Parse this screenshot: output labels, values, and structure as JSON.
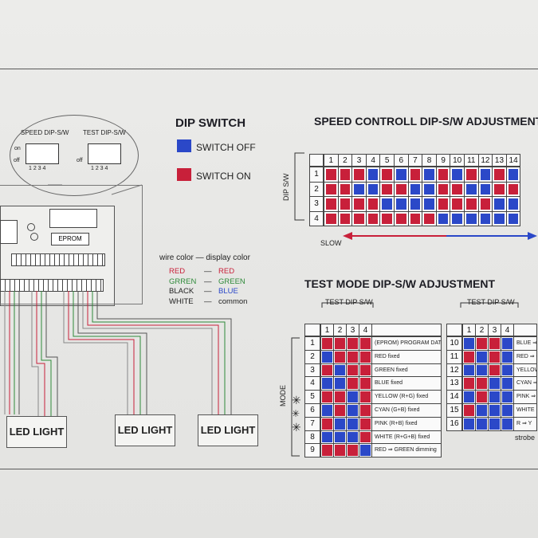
{
  "legend": {
    "title": "DIP SWITCH",
    "off_label": "SWITCH OFF",
    "on_label": "SWITCH ON",
    "colors": {
      "off": "#2b48c8",
      "on": "#c8203a"
    }
  },
  "dip_zoom": {
    "speed_label": "SPEED DIP-S/W",
    "test_label": "TEST DIP-S/W",
    "on": "on",
    "off": "off",
    "numbers": "1 2 3 4"
  },
  "board": {
    "eprom_label": "EPROM"
  },
  "wire_colors": {
    "header": "wire color — display color",
    "rows": [
      {
        "wire": "RED",
        "display": "RED",
        "color": "#c8203a"
      },
      {
        "wire": "GRREN",
        "display": "GREEN",
        "color": "#2f8a3a"
      },
      {
        "wire": "BLACK",
        "display": "BLUE",
        "color": "#222222"
      },
      {
        "wire": "WHITE",
        "display": "common",
        "color": "#222222"
      }
    ],
    "dash": "—"
  },
  "led_lights": [
    "LED LIGHT",
    "LED LIGHT",
    "LED LIGHT"
  ],
  "speed": {
    "title": "SPEED CONTROLL DIP-S/W ADJUSTMENT",
    "axis_label": "DIP S/W",
    "slow_label": "SLOW",
    "columns": [
      "1",
      "2",
      "3",
      "4",
      "5",
      "6",
      "7",
      "8",
      "9",
      "10",
      "11",
      "12",
      "13",
      "14"
    ],
    "rows": [
      "1",
      "2",
      "3",
      "4"
    ],
    "grid": [
      "RRRBRBRBRBRBRB",
      "RRBBRRBBRRBBRR",
      "RRRRBBBBRRRRBB",
      "RRRRRRRRBBBBBB"
    ]
  },
  "test_mode": {
    "title": "TEST MODE DIP-S/W ADJUSTMENT",
    "left": {
      "header": "TEST DIP S/W",
      "columns": [
        "1",
        "2",
        "3",
        "4"
      ],
      "rows": [
        {
          "n": "1",
          "pattern": "RRRR",
          "desc": "(EPROM) PROGRAM DATA"
        },
        {
          "n": "2",
          "pattern": "BRRR",
          "desc": "RED fixed"
        },
        {
          "n": "3",
          "pattern": "RBRR",
          "desc": "GREEN fixed"
        },
        {
          "n": "4",
          "pattern": "BBRR",
          "desc": "BLUE fixed"
        },
        {
          "n": "5",
          "pattern": "RRBR",
          "desc": "YELLOW (R+G) fixed"
        },
        {
          "n": "6",
          "pattern": "BRBR",
          "desc": "CYAN (G+B) fixed"
        },
        {
          "n": "7",
          "pattern": "RBBR",
          "desc": "PINK (R+B) fixed"
        },
        {
          "n": "8",
          "pattern": "BBBR",
          "desc": "WHITE (R+G+B) fixed"
        },
        {
          "n": "9",
          "pattern": "RRRB",
          "desc": "RED ⇒ GREEN dimming"
        }
      ]
    },
    "right": {
      "header": "TEST DIP S/W",
      "columns": [
        "1",
        "2",
        "3",
        "4"
      ],
      "rows": [
        {
          "n": "10",
          "pattern": "BRRB",
          "desc": "BLUE ⇒"
        },
        {
          "n": "11",
          "pattern": "RBRB",
          "desc": "RED ⇒ G"
        },
        {
          "n": "12",
          "pattern": "BBRB",
          "desc": "YELLOW"
        },
        {
          "n": "13",
          "pattern": "RRBB",
          "desc": "CYAN ⇒"
        },
        {
          "n": "14",
          "pattern": "BRBB",
          "desc": "PINK ⇒"
        },
        {
          "n": "15",
          "pattern": "RBBB",
          "desc": "WHITE"
        },
        {
          "n": "16",
          "pattern": "BBBB",
          "desc": "R ⇒ Y"
        }
      ],
      "extra": "strobe"
    },
    "mode_label": "MODE"
  }
}
